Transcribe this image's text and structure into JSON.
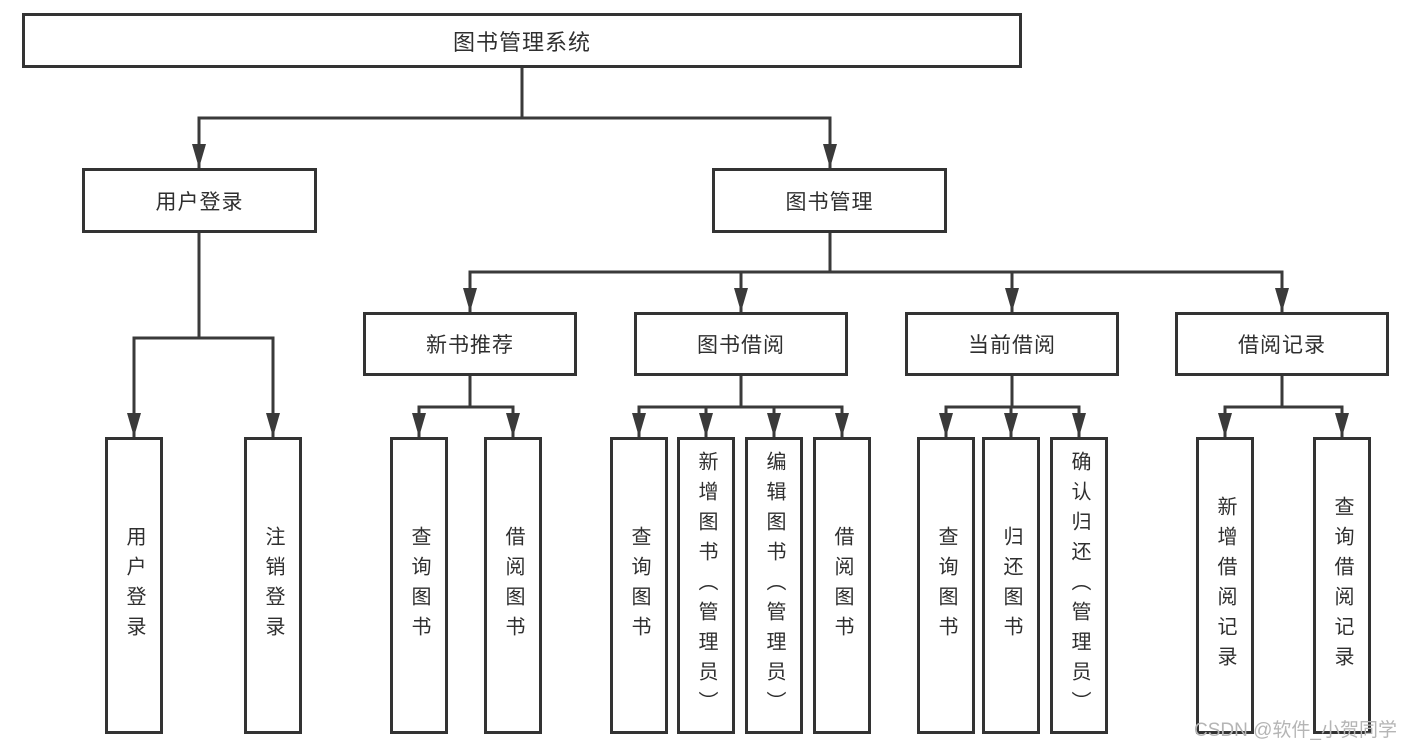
{
  "diagram": {
    "root": {
      "label": "图书管理系统"
    },
    "branches": [
      {
        "label": "用户登录",
        "children": [
          {
            "label": "用户登录"
          },
          {
            "label": "注销登录"
          }
        ]
      },
      {
        "label": "图书管理",
        "groups": [
          {
            "label": "新书推荐",
            "children": [
              {
                "label": "查询图书"
              },
              {
                "label": "借阅图书"
              }
            ]
          },
          {
            "label": "图书借阅",
            "children": [
              {
                "label": "查询图书"
              },
              {
                "label": "新增图书（管理员）"
              },
              {
                "label": "编辑图书（管理员）"
              },
              {
                "label": "借阅图书"
              }
            ]
          },
          {
            "label": "当前借阅",
            "children": [
              {
                "label": "查询图书"
              },
              {
                "label": "归还图书"
              },
              {
                "label": "确认归还（管理员）"
              }
            ]
          },
          {
            "label": "借阅记录",
            "children": [
              {
                "label": "新增借阅记录"
              },
              {
                "label": "查询借阅记录"
              }
            ]
          }
        ]
      }
    ]
  },
  "watermark": {
    "text": "CSDN @软件_小贺同学"
  },
  "colors": {
    "line": "#3a3a3a",
    "box_border": "#333333",
    "text": "#2f2f2f",
    "background": "#ffffff",
    "watermark": "#b5b5b5"
  }
}
